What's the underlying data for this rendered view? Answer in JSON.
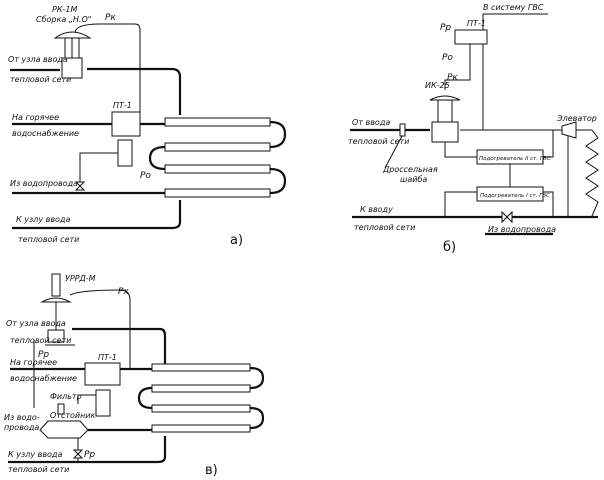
{
  "panel_a": {
    "label": "а)",
    "regulator": "РК-1М",
    "assembly": "Сборка „Н.О\"",
    "pk": "Pк",
    "inlet_1": "От узла ввода",
    "inlet_2": "тепловой сети",
    "pt": "ПТ-1",
    "hot_1": "На горячее",
    "hot_2": "водоснабжение",
    "po": "Pо",
    "water": "Из водопровода",
    "outlet_1": "К узлу ввода",
    "outlet_2": "тепловой сети"
  },
  "panel_b": {
    "label": "б)",
    "dhw": "В систему ГВС",
    "pr": "Pр",
    "pt": "ПТ-1",
    "po": "Pо",
    "pk": "Pк",
    "valve": "ИК-25",
    "inlet_1": "От ввода",
    "inlet_2": "тепловой сети",
    "orifice_1": "Дроссельная",
    "orifice_2": "шайба",
    "elevator": "Элеватор",
    "heater_2": "Подогреватель II ст. ГВС",
    "heater_1": "Подогреватель I ст. ГВС",
    "outlet_1": "К вводу",
    "outlet_2": "тепловой сети",
    "water": "Из водопровода"
  },
  "panel_c": {
    "label": "в)",
    "regulator": "УРРД-М",
    "px": "Pх",
    "inlet_1": "От узла ввода",
    "inlet_2": "тепловой сети",
    "pr": "Pр",
    "pt": "ПТ-1",
    "hot_1": "На горячее",
    "hot_2": "водоснабжение",
    "filter": "Фильтр",
    "water_1": "Из водо-",
    "water_2": "провода",
    "settler": "Отстойник",
    "pr2": "Pр",
    "outlet_1": "К узлу ввода",
    "outlet_2": "тепловой сети"
  }
}
